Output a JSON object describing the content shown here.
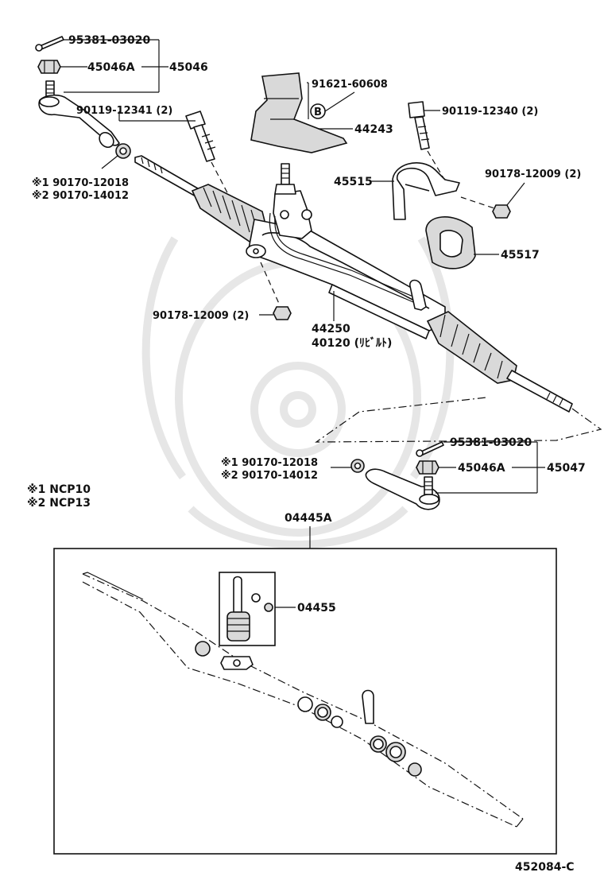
{
  "labels": {
    "cotter_pin_top": "95381-03020",
    "nut_top": "45046A",
    "tie_rod_end_left": "45046",
    "bolt_left": "90119-12341 (2)",
    "washer_left_1": "※1 90170-12018",
    "washer_left_2": "※2 90170-14012",
    "clip": "91621-60608",
    "bracket": "44243",
    "bolt_right": "90119-12340 (2)",
    "nut_right": "90178-12009 (2)",
    "bracket_clamp": "45515",
    "bushing": "45517",
    "nut_lower": "90178-12009 (2)",
    "gear_assy": "44250",
    "rebuilt": "40120 (ﾘﾋﾞﾙﾄ)",
    "washer_right_1": "※1 90170-12018",
    "washer_right_2": "※2 90170-14012",
    "cotter_pin_right": "95381-03020",
    "nut_right_end": "45046A",
    "tie_rod_end_right": "45047",
    "gasket_kit": "04445A",
    "valve_kit": "04455",
    "circle_b": "B",
    "diagram_id": "452084-C"
  },
  "legend": {
    "note_1": "※1 NCP10",
    "note_2": "※2 NCP13"
  }
}
